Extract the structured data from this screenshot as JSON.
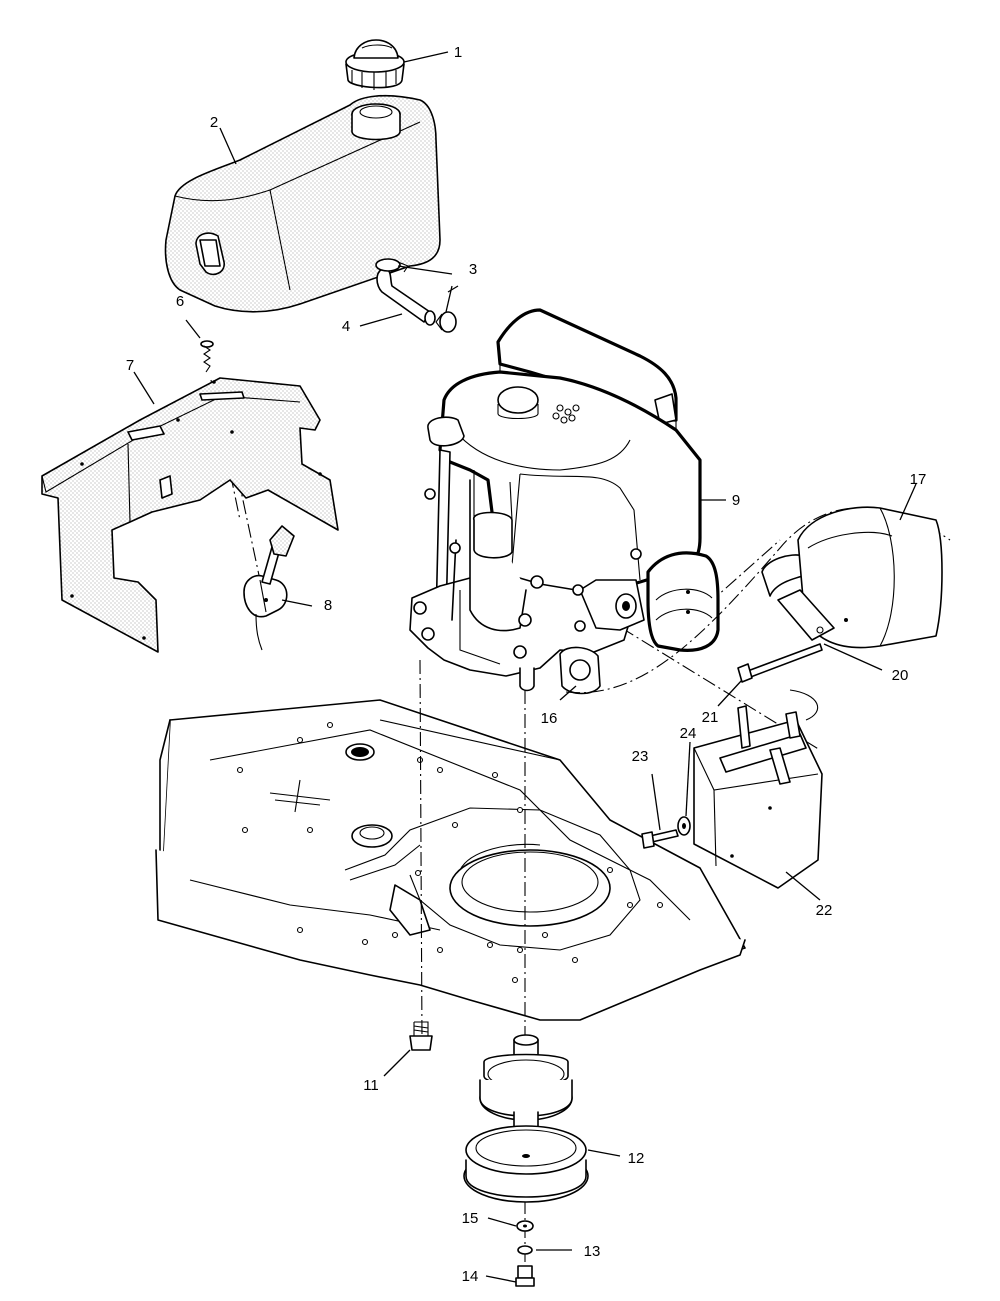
{
  "callouts": [
    {
      "id": "c1",
      "label": "1"
    },
    {
      "id": "c2",
      "label": "2"
    },
    {
      "id": "c3",
      "label": "3"
    },
    {
      "id": "c4",
      "label": "4"
    },
    {
      "id": "c6",
      "label": "6"
    },
    {
      "id": "c7",
      "label": "7"
    },
    {
      "id": "c8",
      "label": "8"
    },
    {
      "id": "c9",
      "label": "9"
    },
    {
      "id": "c11",
      "label": "11"
    },
    {
      "id": "c12",
      "label": "12"
    },
    {
      "id": "c13",
      "label": "13"
    },
    {
      "id": "c14",
      "label": "14"
    },
    {
      "id": "c15",
      "label": "15"
    },
    {
      "id": "c16",
      "label": "16"
    },
    {
      "id": "c17",
      "label": "17"
    },
    {
      "id": "c20",
      "label": "20"
    },
    {
      "id": "c21",
      "label": "21"
    },
    {
      "id": "c22",
      "label": "22"
    },
    {
      "id": "c23",
      "label": "23"
    },
    {
      "id": "c24",
      "label": "24"
    }
  ]
}
